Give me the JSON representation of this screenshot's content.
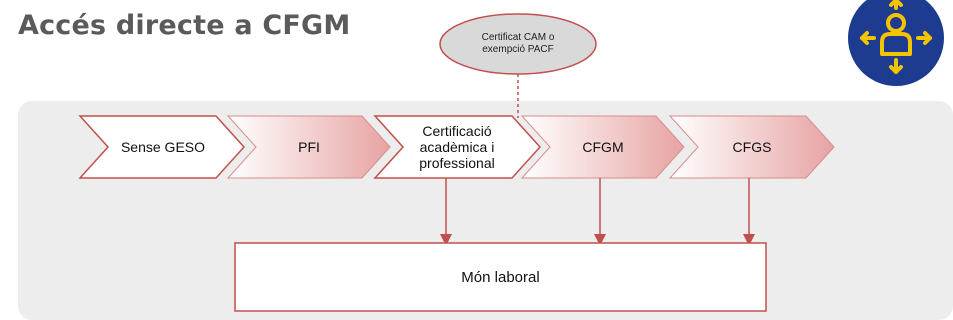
{
  "title": "Accés directe a CFGM",
  "steps": [
    {
      "label": "Sense GESO"
    },
    {
      "label": "PFI"
    },
    {
      "label": "Certificació\nacadèmica i\nprofessional"
    },
    {
      "label": "CFGM"
    },
    {
      "label": "CFGS"
    }
  ],
  "callout": {
    "text": "Certificat CAM o\nexempció PACF"
  },
  "outcome": {
    "label": "Món laboral"
  },
  "icon": {
    "name": "person-arrows-icon",
    "bg_color": "#1d3c8f",
    "fg_color": "#f5c400"
  },
  "colors": {
    "chevron_fill": "#f2c6c6",
    "chevron_stroke": "#c0504d",
    "arrow": "#c0504d",
    "panel": "#ededed"
  }
}
